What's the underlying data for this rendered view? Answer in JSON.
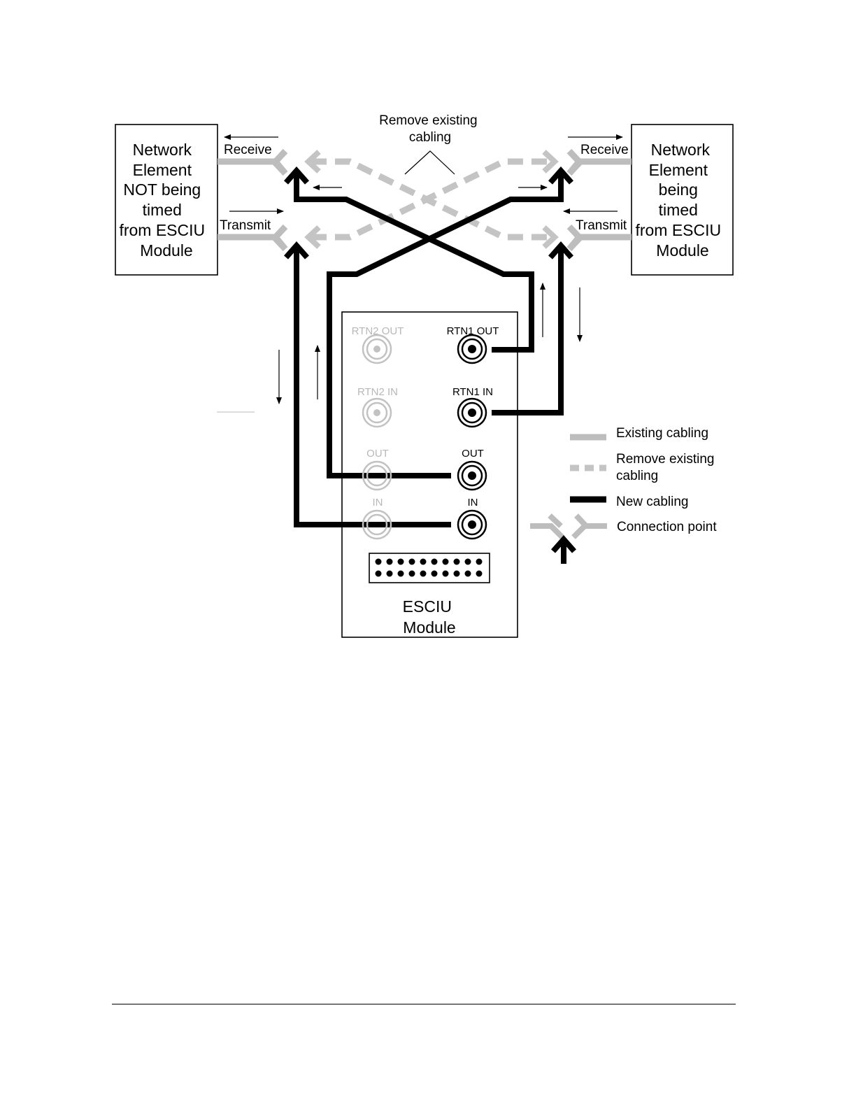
{
  "colors": {
    "existing": "#bdbdbd",
    "remove": "#c4c4c4",
    "new": "#000000",
    "dim_connector": "#b8b8b8"
  },
  "left_ne": {
    "lines": [
      "Network",
      "Element",
      "NOT being",
      "timed",
      "from ESCIU",
      "Module"
    ],
    "receive_label": "Receive",
    "transmit_label": "Transmit"
  },
  "right_ne": {
    "lines": [
      "Network",
      "Element",
      "being",
      "timed",
      "from ESCIU",
      "Module"
    ],
    "receive_label": "Receive",
    "transmit_label": "Transmit"
  },
  "remove_note": [
    "Remove existing",
    "cabling"
  ],
  "module": {
    "title_lines": [
      "ESCIU",
      "Module"
    ],
    "ports": {
      "rtn2_out": "RTN2 OUT",
      "rtn1_out": "RTN1 OUT",
      "rtn2_in": "RTN2 IN",
      "rtn1_in": "RTN1 IN",
      "out_dim": "OUT",
      "out": "OUT",
      "in_dim": "IN",
      "in": "IN"
    }
  },
  "legend": {
    "existing": "Existing cabling",
    "remove": [
      "Remove existing",
      "cabling"
    ],
    "new": "New cabling",
    "connection": "Connection point"
  }
}
